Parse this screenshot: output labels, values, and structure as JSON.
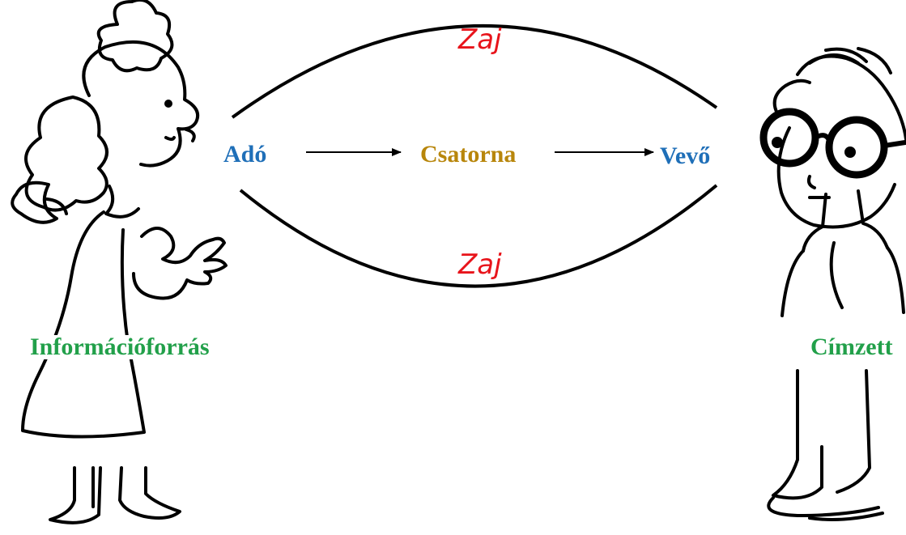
{
  "diagram": {
    "nodes": {
      "sender": "Adó",
      "channel": "Csatorna",
      "receiver": "Vevő"
    },
    "noise_top": "Zaj",
    "noise_bottom": "Zaj",
    "source_label": "Információforrás",
    "destination_label": "Címzett"
  },
  "colors": {
    "node_blue": "#1f6fb8",
    "channel_gold": "#b8860b",
    "noise_red": "#e8141b",
    "person_green": "#22a04a",
    "line": "#000000"
  },
  "icons": {
    "left_figure": "girl-speaking-illustration",
    "right_figure": "boy-with-glasses-illustration",
    "arrows": "arrow-right-icon"
  }
}
